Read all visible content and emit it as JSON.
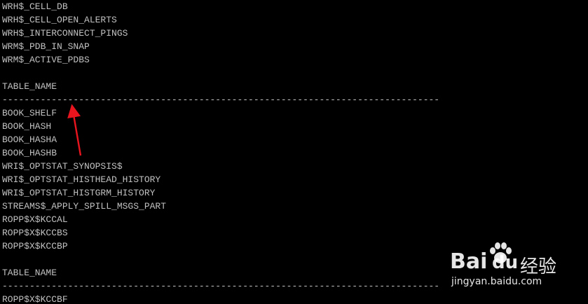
{
  "terminal": {
    "lines": [
      "WRH$_CELL_DB",
      "WRH$_CELL_OPEN_ALERTS",
      "WRH$_INTERCONNECT_PINGS",
      "WRM$_PDB_IN_SNAP",
      "WRM$_ACTIVE_PDBS",
      "",
      "TABLE_NAME",
      "--------------------------------------------------------------------------------",
      "BOOK_SHELF",
      "BOOK_HASH",
      "BOOK_HASHA",
      "BOOK_HASHB",
      "WRI$_OPTSTAT_SYNOPSIS$",
      "WRI$_OPTSTAT_HISTHEAD_HISTORY",
      "WRI$_OPTSTAT_HISTGRM_HISTORY",
      "STREAMS$_APPLY_SPILL_MSGS_PART",
      "ROPP$X$KCCAL",
      "ROPP$X$KCCBS",
      "ROPP$X$KCCBP",
      "",
      "TABLE_NAME",
      "--------------------------------------------------------------------------------",
      "ROPP$X$KCCBF"
    ],
    "text_color": "#c0c0c0",
    "background": "#000000"
  },
  "annotation": {
    "arrow_color": "#e8141e",
    "icon": "arrow-icon"
  },
  "watermark": {
    "logo_left": "Bai",
    "logo_right": "du",
    "cn_label": "经验",
    "site": "jingyan.baidu.com",
    "icon": "paw-icon"
  }
}
